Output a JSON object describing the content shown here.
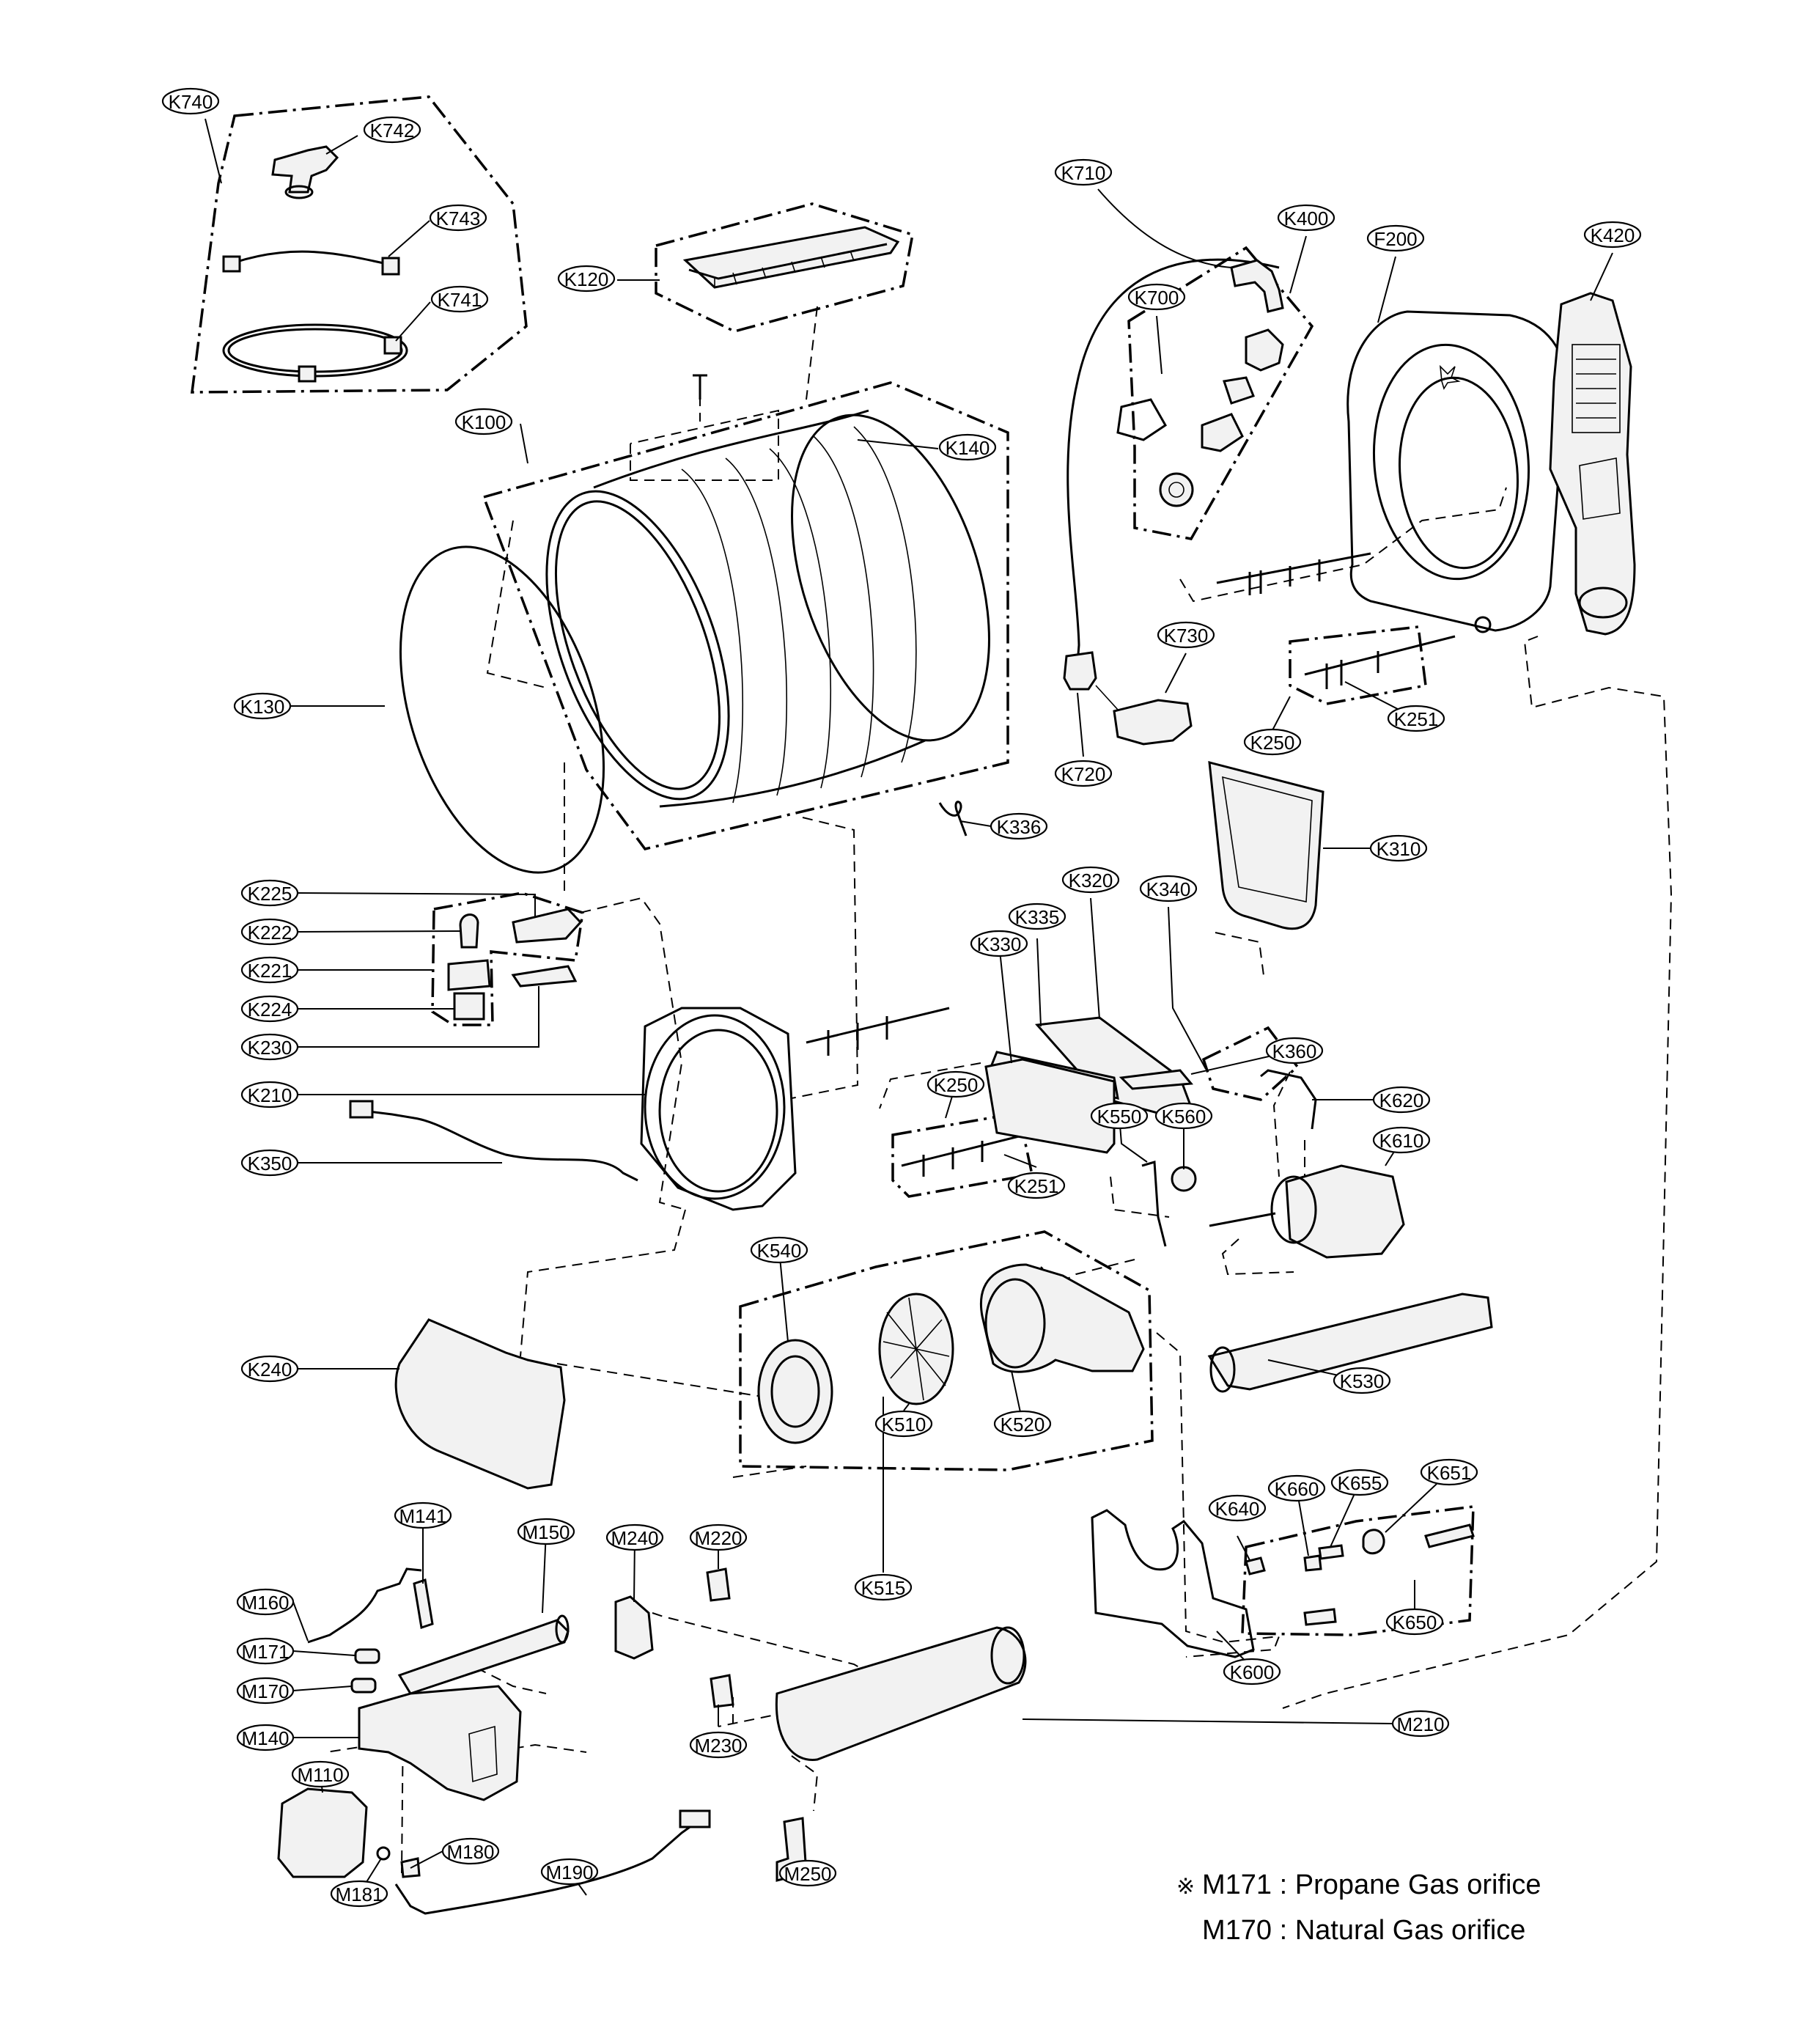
{
  "callouts": [
    {
      "id": "K740"
    },
    {
      "id": "K742"
    },
    {
      "id": "K743"
    },
    {
      "id": "K741"
    },
    {
      "id": "K120"
    },
    {
      "id": "K100"
    },
    {
      "id": "K140"
    },
    {
      "id": "K130"
    },
    {
      "id": "K710"
    },
    {
      "id": "K700"
    },
    {
      "id": "K400"
    },
    {
      "id": "F200"
    },
    {
      "id": "K420"
    },
    {
      "id": "K730"
    },
    {
      "id": "K720"
    },
    {
      "id": "K251"
    },
    {
      "id": "K250"
    },
    {
      "id": "K336"
    },
    {
      "id": "K310"
    },
    {
      "id": "K320"
    },
    {
      "id": "K340"
    },
    {
      "id": "K335"
    },
    {
      "id": "K330"
    },
    {
      "id": "K360"
    },
    {
      "id": "K225"
    },
    {
      "id": "K222"
    },
    {
      "id": "K221"
    },
    {
      "id": "K224"
    },
    {
      "id": "K230"
    },
    {
      "id": "K210"
    },
    {
      "id": "K350"
    },
    {
      "id": "K250"
    },
    {
      "id": "K251"
    },
    {
      "id": "K550"
    },
    {
      "id": "K560"
    },
    {
      "id": "K620"
    },
    {
      "id": "K610"
    },
    {
      "id": "K540"
    },
    {
      "id": "K240"
    },
    {
      "id": "K510"
    },
    {
      "id": "K520"
    },
    {
      "id": "K530"
    },
    {
      "id": "K515"
    },
    {
      "id": "K640"
    },
    {
      "id": "K660"
    },
    {
      "id": "K655"
    },
    {
      "id": "K651"
    },
    {
      "id": "K650"
    },
    {
      "id": "K600"
    },
    {
      "id": "M141"
    },
    {
      "id": "M150"
    },
    {
      "id": "M160"
    },
    {
      "id": "M171"
    },
    {
      "id": "M170"
    },
    {
      "id": "M140"
    },
    {
      "id": "M110"
    },
    {
      "id": "M190"
    },
    {
      "id": "M180"
    },
    {
      "id": "M181"
    },
    {
      "id": "M240"
    },
    {
      "id": "M220"
    },
    {
      "id": "M230"
    },
    {
      "id": "M210"
    },
    {
      "id": "M250"
    }
  ],
  "notes": {
    "symbol": "※",
    "line1": "M171 : Propane Gas orifice",
    "line2": "M170 : Natural Gas orifice"
  }
}
